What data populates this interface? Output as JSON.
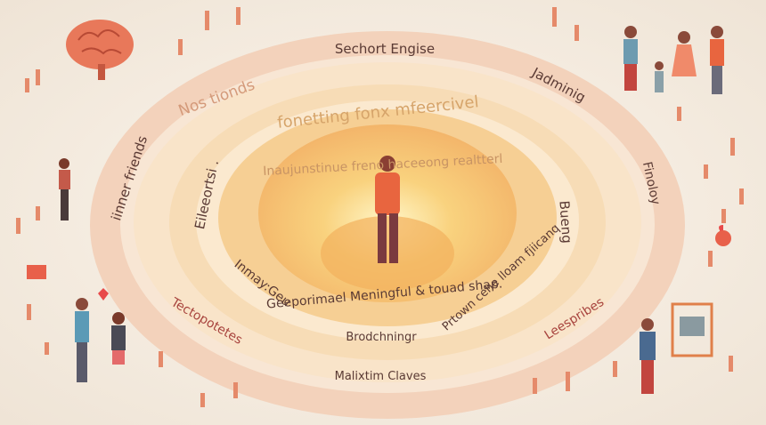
{
  "rings": {
    "top": "Sechort Engise",
    "outer_left_upper": "Nos tionds",
    "outer_right_upper": "Jadminig",
    "outer_left": "iinner friends",
    "outer_right": "Finoloy",
    "third_top": "fonetting fonx mfeercivel",
    "third_left": "Eileeortsi .",
    "third_right": "Bueng",
    "inner_top": "Inaujunstinue freno haceeong realtterl",
    "inner_bottom": "Geeporimael Meningful & touad shap.",
    "third_bottom_left": "Inmay:Geu",
    "third_bottom": "Brodchningr",
    "third_bottom_right": "Prtown cehe lloam fjiicanq",
    "outer_bottom_left": "Tectopotetes",
    "outer_bottom_right": "Leespribes",
    "outer_bottom": "Malixtim Claves"
  },
  "colors": {
    "background": "#f6efe6",
    "ring_outer": "#f4d6bd",
    "ring_mid": "#f8e2c6",
    "core": "#f7c873",
    "figure": "#e8653f",
    "text": "#5a3a34"
  }
}
